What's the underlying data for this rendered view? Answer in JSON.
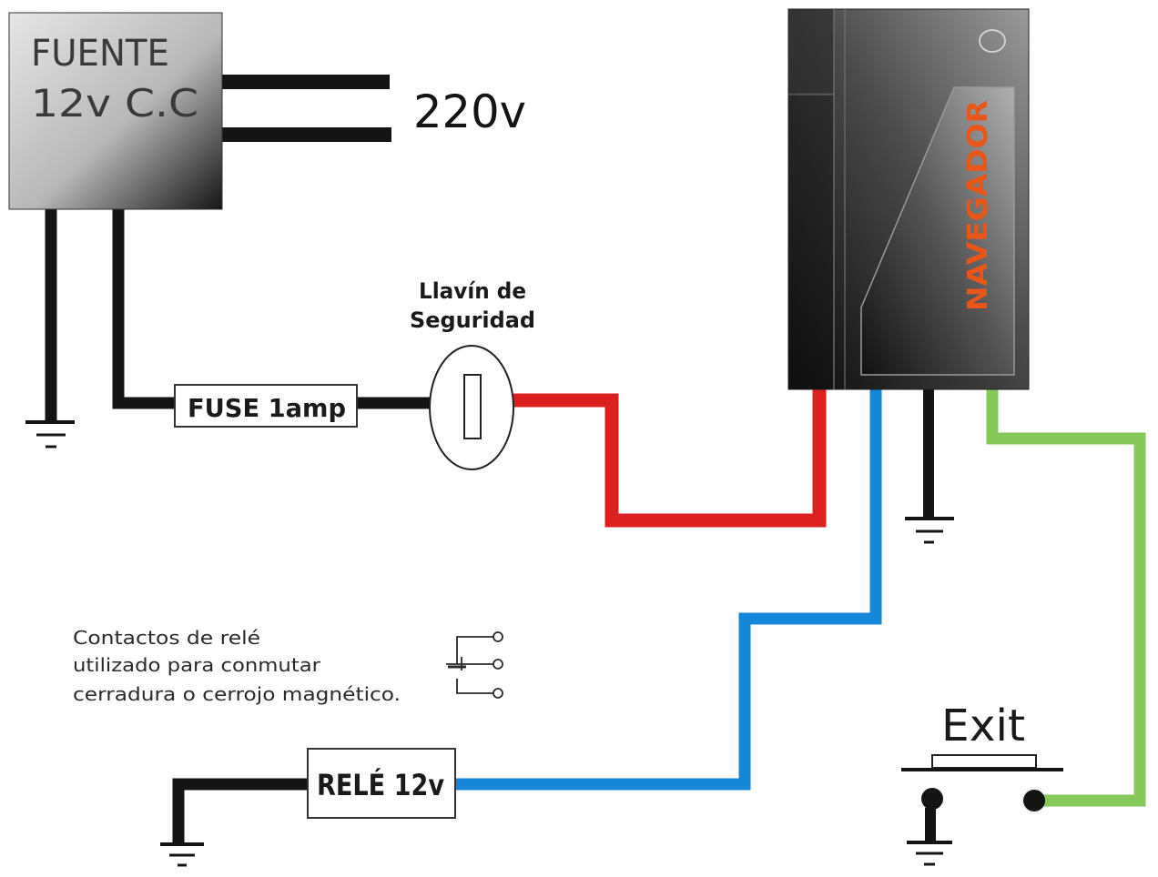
{
  "power_supply": {
    "line1": "FUENTE",
    "line2": "12v C.C"
  },
  "mains_label": "220v",
  "fuse_label": "FUSE 1amp",
  "key_switch": {
    "line1": "Llavín de",
    "line2": "Seguridad"
  },
  "controller_brand": "NAVEGADOR",
  "relay_note": {
    "line1": "Contactos de relé",
    "line2": "utilizado para conmutar",
    "line3": "cerradura o cerrojo magnético."
  },
  "relay_label": "RELÉ 12v",
  "exit_label": "Exit",
  "colors": {
    "wire_black": "#141414",
    "wire_red": "#dc2020",
    "wire_blue": "#1686d8",
    "wire_green": "#86c85a",
    "brand_orange": "#e8561a",
    "controller_dark": "#1e1e1e",
    "supply_light": "#d6d6d6"
  }
}
